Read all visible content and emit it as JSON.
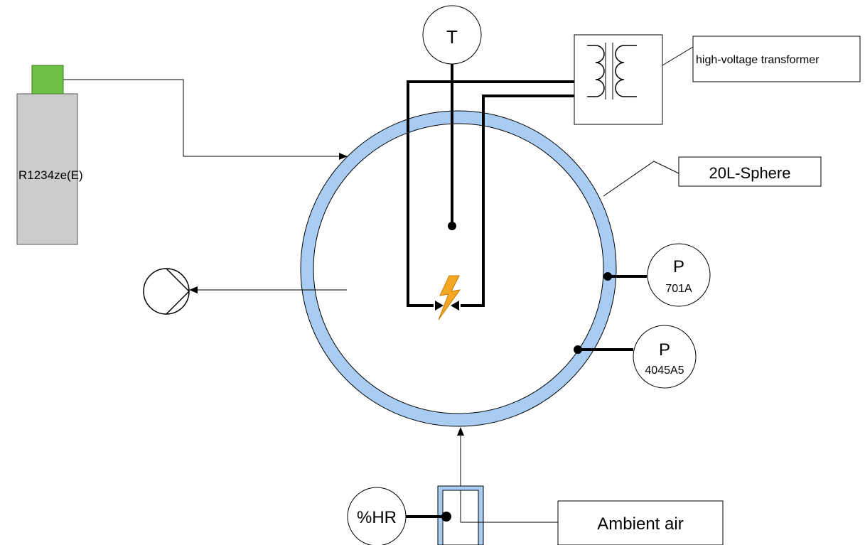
{
  "labels": {
    "cylinder": "R1234ze(E)",
    "thermocouple": "T",
    "transformer": "high-voltage transformer",
    "sphere": "20L-Sphere",
    "pressure_sensor_1": {
      "symbol": "P",
      "model": "701A"
    },
    "pressure_sensor_2": {
      "symbol": "P",
      "model": "4045A5"
    },
    "humidity_sensor": "%HR",
    "ambient_air": "Ambient air"
  },
  "colors": {
    "sphere_wall": "#a9cdf2",
    "cylinder_valve": "#6ec144",
    "cylinder_body": "#cccccc",
    "spark": "#f5a623",
    "inlet_box": "#a9cdf2",
    "lines": "#000000"
  },
  "icons": {
    "pump": "pump-icon",
    "spark": "spark-icon",
    "transformer": "transformer-coil-icon"
  }
}
